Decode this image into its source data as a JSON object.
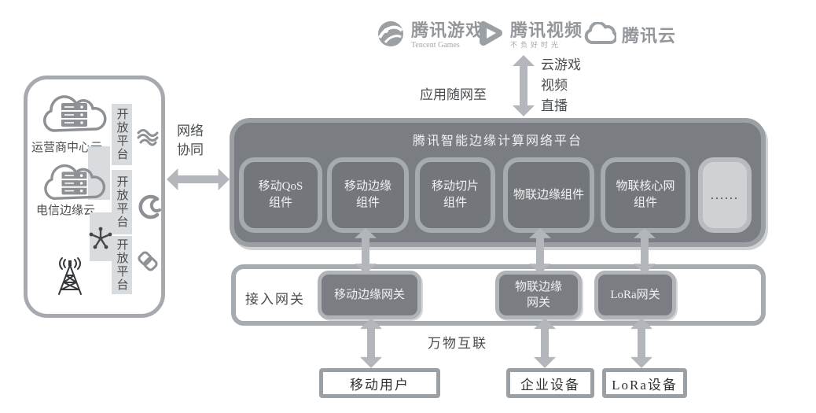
{
  "colors": {
    "panel_dark": "#7a7e82",
    "component_fill": "#73777b",
    "border_light": "#a6abb0",
    "arrow_gray": "#b3b7bb",
    "strip_light": "#d9dcdf",
    "text_light": "#f1f2f3",
    "text_dark": "#3f4245"
  },
  "icons": {
    "tencent_games": "tencent-games-icon",
    "tencent_video": "tencent-video-icon",
    "tencent_cloud": "tencent-cloud-icon",
    "carrier_1": "china-mobile-icon",
    "carrier_2": "china-telecom-icon",
    "carrier_3": "china-unicom-icon",
    "cloud_server": "cloud-server-icon",
    "hub": "network-hub-icon",
    "tower": "radio-tower-icon"
  },
  "header": {
    "logos": [
      {
        "title": "腾讯游戏",
        "subtitle": "Tencent Games"
      },
      {
        "title": "腾讯视频",
        "subtitle": "不负好时光"
      },
      {
        "title": "腾讯云"
      }
    ],
    "app_label": "应用随网至",
    "services": [
      "云游戏",
      "视频",
      "直播"
    ]
  },
  "left_panel": {
    "clouds": [
      {
        "label": "运营商中心云"
      },
      {
        "label": "电信边缘云"
      }
    ],
    "rows": [
      {
        "platform": "开放平台"
      },
      {
        "platform": "开放平台"
      },
      {
        "platform": "开放平台"
      }
    ]
  },
  "collab": {
    "lines": [
      "网络",
      "协同"
    ]
  },
  "platform": {
    "title": "腾讯智能边缘计算网络平台",
    "components": [
      {
        "lines": [
          "移动QoS",
          "组件"
        ]
      },
      {
        "lines": [
          "移动边缘",
          "组件"
        ]
      },
      {
        "lines": [
          "移动切片",
          "组件"
        ]
      },
      {
        "lines": [
          "物联边缘组件"
        ]
      },
      {
        "lines": [
          "物联核心网",
          "组件"
        ]
      },
      {
        "lines": [
          "......"
        ]
      }
    ]
  },
  "gateway": {
    "label": "接入网关",
    "items": [
      {
        "lines": [
          "移动边缘网关"
        ]
      },
      {
        "lines": [
          "物联边缘",
          "网关"
        ]
      },
      {
        "lines": [
          "LoRa网关"
        ]
      }
    ]
  },
  "iot_label": "万物互联",
  "devices": [
    {
      "label": "移动用户"
    },
    {
      "label": "企业设备"
    },
    {
      "label": "LoRa设备"
    }
  ]
}
